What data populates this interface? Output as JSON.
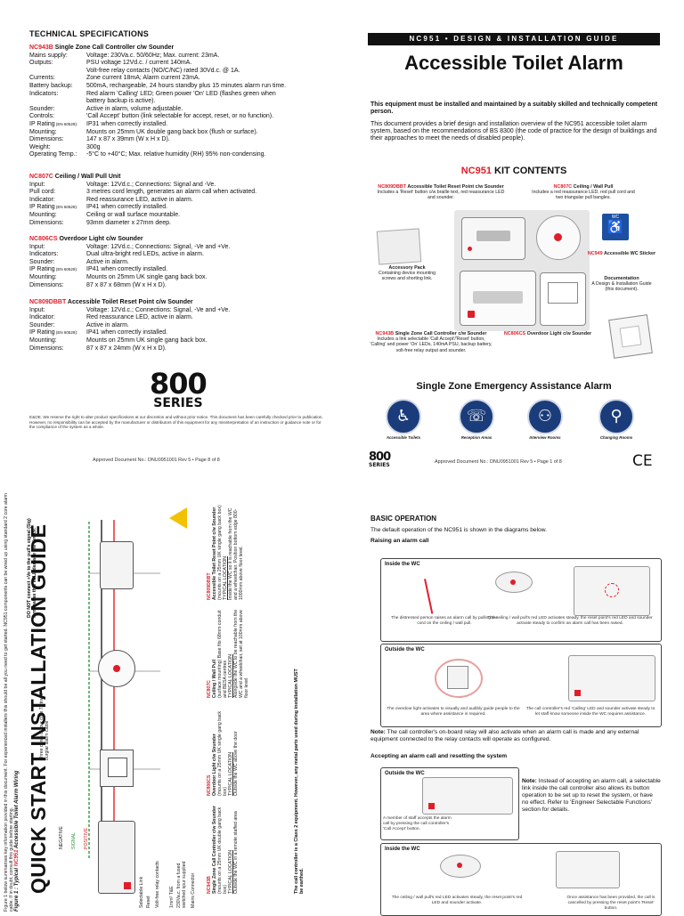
{
  "specs": {
    "heading": "TECHNICAL SPECIFICATIONS",
    "blocks": [
      {
        "code": "NC943B",
        "name": " Single Zone Call Controller c/w Sounder",
        "rows": [
          {
            "k": "Mains supply:",
            "v": "Voltage: 230Va.c. 50/60Hz; Max. current: 23mA."
          },
          {
            "k": "Outputs:",
            "v": "PSU voltage 12Vd.c. / current 140mA."
          },
          {
            "k": "",
            "v": "Volt-free relay contacts (NO/C/NC) rated 30Vd.c. @ 1A."
          },
          {
            "k": "Currents:",
            "v": "Zone current 18mA; Alarm current 23mA."
          },
          {
            "k": "Battery backup:",
            "v": "500mA, rechargeable, 24 hours standby plus 15 minutes alarm run time."
          },
          {
            "k": "Indicators:",
            "v": "Red alarm 'Calling' LED; Green power 'On' LED (flashes green when"
          },
          {
            "k": "",
            "v": "battery backup is active)."
          },
          {
            "k": "Sounder:",
            "v": "Active in alarm, volume adjustable."
          },
          {
            "k": "Controls:",
            "v": "'Call Accept' button (link selectable for accept, reset, or no function)."
          },
          {
            "k": "IP Rating",
            "ks": " (EN 60529):",
            "v": "IP31 when correctly installed."
          },
          {
            "k": "Mounting:",
            "v": "Mounts on 25mm UK double gang back box (flush or surface)."
          },
          {
            "k": "Dimensions:",
            "v": "147 x 87 x 39mm (W x H x D)."
          },
          {
            "k": "Weight:",
            "v": "300g"
          },
          {
            "k": "Operating Temp.:",
            "v": "-5°C to +40°C; Max. relative humidity (RH) 95% non-condensing."
          }
        ]
      },
      {
        "code": "NC807C",
        "name": " Ceiling / Wall Pull Unit",
        "rows": [
          {
            "k": "Input:",
            "v": "Voltage: 12Vd.c.; Connections: Signal and -Ve."
          },
          {
            "k": "Pull cord:",
            "v": "3 metres cord length, generates an alarm call when activated."
          },
          {
            "k": "Indicator:",
            "v": "Red reassurance LED, active in alarm."
          },
          {
            "k": "IP Rating",
            "ks": " (EN 60529):",
            "v": "IP41 when correctly installed."
          },
          {
            "k": "Mounting:",
            "v": "Ceiling or wall surface mountable."
          },
          {
            "k": "Dimensions:",
            "v": "93mm diameter x 27mm deep."
          }
        ]
      },
      {
        "code": "NC806CS",
        "name": " Overdoor Light c/w Sounder",
        "rows": [
          {
            "k": "Input:",
            "v": "Voltage: 12Vd.c.; Connections: Signal, -Ve and +Ve."
          },
          {
            "k": "Indicators:",
            "v": "Dual ultra-bright red LEDs, active in alarm."
          },
          {
            "k": "Sounder:",
            "v": "Active in alarm."
          },
          {
            "k": "IP Rating",
            "ks": " (EN 60529):",
            "v": "IP41 when correctly installed."
          },
          {
            "k": "Mounting:",
            "v": "Mounts on 25mm UK single gang back box."
          },
          {
            "k": "Dimensions:",
            "v": "87 x 87 x 68mm (W x H x D)."
          }
        ]
      },
      {
        "code": "NC809DBBT",
        "name": " Accessible Toilet Reset Point c/w Sounder",
        "rows": [
          {
            "k": "Input:",
            "v": "Voltage: 12Vd.c.; Connections: Signal, -Ve and +Ve."
          },
          {
            "k": "Indicator:",
            "v": "Red reassurance LED, active in alarm."
          },
          {
            "k": "Sounder:",
            "v": "Active in alarm."
          },
          {
            "k": "IP Rating",
            "ks": " (EN 60529):",
            "v": "IP41 when correctly installed."
          },
          {
            "k": "Mounting:",
            "v": "Mounts on 25mm UK single gang back box."
          },
          {
            "k": "Dimensions:",
            "v": "87 x 87 x 24mm (W x H x D)."
          }
        ]
      }
    ],
    "logo_number": "800",
    "logo_series": "SERIES",
    "disclaimer": "E&OE. We reserve the right to alter product specifications at our discretion and without prior notice. This document has been carefully checked prior to publication. However, no responsibility can be accepted by the manufacturer or distributors of this equipment for any misinterpretation of an instruction or guidance note or for the compliance of the system as a whole.",
    "approved": "Approved Document No.: DNU0951001 Rev 5 • Page 8 of 8"
  },
  "cover": {
    "guide_bar": "NC951 • DESIGN & INSTALLATION GUIDE",
    "title": "Accessible Toilet Alarm",
    "warning": "This equipment must be installed and maintained by a suitably skilled and technically competent person.",
    "intro": "This document provides a brief design and installation overview of the NC951 accessible toilet alarm system, based on the recommendations of BS 8300 (the code of practice for the design of buildings and their approaches to meet the needs of disabled people).",
    "kit_code": "NC951",
    "kit_title": " KIT CONTENTS",
    "kit_items": {
      "reset_code": "NC809DBBT",
      "reset_name": " Accessible Toilet Reset Point c/w Sounder",
      "reset_desc": "Includes a 'Reset' button c/w braille text, red reassurance LED and sounder.",
      "pull_code": "NC807C",
      "pull_name": " Ceiling / Wall Pull",
      "pull_desc": "Includes a red reassurance LED, red pull cord and two triangular pull bangles.",
      "accessory_title": "Accessory Pack",
      "accessory_desc": "Containing device mounting screws and shorting link.",
      "sticker_code": "NC949",
      "sticker_name": " Accessible WC Sticker",
      "doc_title": "Documentation",
      "doc_desc": "A Design & Installation Guide (this document).",
      "controller_code": "NC943B",
      "controller_name": " Single Zone Call Controller c/w Sounder",
      "controller_desc": "Includes a link selectable 'Call Accept'/'Reset' button, 'Calling' and power 'On' LEDs, 140mA PSU, backup battery, volt-free relay output and sounder.",
      "overdoor_code": "NC806CS",
      "overdoor_name": " Overdoor Light c/w Sounder",
      "wc_text": "WC"
    },
    "emergency_title": "Single Zone Emergency Assistance Alarm",
    "icons": [
      {
        "label": "Accessible Toilets",
        "icon": "wheelchair-toilet-icon"
      },
      {
        "label": "Reception Areas",
        "icon": "reception-desk-icon"
      },
      {
        "label": "Interview Rooms",
        "icon": "interview-room-icon"
      },
      {
        "label": "Changing Rooms",
        "icon": "changing-room-icon"
      }
    ],
    "logo_number": "800",
    "logo_series": "SERIES",
    "approved": "Approved Document No.: DNU0951001 Rev 5 • Page 1 of 8",
    "ce_mark": "CE"
  },
  "quickstart": {
    "title": "QUICK START INSTALLATION GUIDE",
    "intro": "Figure 1 below summarises key information provided in this document. For experienced installers this should be all you need to get started. NC951 components can be wired up using standard 2 core alarm cable. If in doubt, consult this guide before starting.",
    "figure_caption_prefix": "Figure 1 : Typical ",
    "figure_caption_code": "NC951",
    "figure_caption_suffix": " Accessible Toilet Alarm Wiring",
    "cable_note": "Three cores of four core 7/strand burglar alarm cable",
    "selectable_link": "Selectable Link",
    "reset_label": "Reset",
    "relay_note": "Volt-free relay contacts",
    "fuse_note": "1mm² T&E",
    "mains_note": "230Va.c. from a fused switched spur supplied",
    "mains_connector": "Mains Connector",
    "negative": "NEGATIVE",
    "signal": "SIGNAL",
    "positive": "POSITIVE",
    "dont_connect": "DO NOT connect +Ve to the pull's signal (Sig) terminal as this WILL damage the device.",
    "class2_note": "The call controller is a Class 2 equipment. However, any metal parts used during installation MUST be earthed.",
    "dev_controller_code": "NC943B",
    "dev_controller_name": "Single Zone Call Controller c/w Sounder",
    "dev_controller_mount": "(mounts on a 25mm UK double gang back box)",
    "dev_controller_loc_title": "TYPICAL LOCATION",
    "dev_controller_loc": "Outside the WC in a remote staffed area",
    "dev_overdoor_code": "NC806CS",
    "dev_overdoor_name": "Overdoor Light c/w Sounder",
    "dev_overdoor_mount": "(mounts on a 25mm UK single gang back box)",
    "dev_overdoor_loc_title": "TYPICAL LOCATION",
    "dev_overdoor_loc": "Outside the WC above the door",
    "dev_pull_code": "NC807C",
    "dev_pull_name": "Ceiling / Wall Pull",
    "dev_pull_mount": "(surface mounting) Base fits 68mm conduit and BESA centres",
    "dev_pull_loc_title": "TYPICAL LOCATION",
    "dev_pull_loc": "Alongside the WC to be reachable from the WC and a wheelchair, set at 100mm above floor level",
    "dev_reset_code": "NC809DBBT",
    "dev_reset_name": "Accessible Toilet Reset Point c/w Sounder",
    "dev_reset_mount": "(mounts on a 25mm UK single gang back box)",
    "dev_reset_loc_title": "TYPICAL LOCATION",
    "dev_reset_loc": "Inside the WC so it is reachable from the WC and a wheelchair. Position bottom edge 800-1000mm above floor level."
  },
  "operation": {
    "heading": "BASIC OPERATION",
    "default_text": "The default operation of the NC951 is shown in the diagrams below.",
    "raising_title": "Raising an alarm call",
    "inside_wc": "Inside the WC",
    "outside_wc": "Outside the WC",
    "cap_pull": "The distressed person raises an alarm call by pulling the cord on the ceiling / wall pull.",
    "cap_pull_led": "The ceiling / wall pull's red LED activates steady, the reset point's red LED and sounder activate steady to confirm an alarm call has been raised.",
    "cap_overdoor": "The overdoor light activates to visually and audibly guide people to the area where assistance is required.",
    "cap_controller": "The call controller's red 'Calling' LED and sounder activate steady to let staff know someone inside the WC requires assistance.",
    "note_label": "Note:",
    "note_text": " The call controller's on-board relay will also activate when an alarm call is made and any external equipment connected to the relay contacts will operate as configured.",
    "accepting_title": "Accepting an alarm call and resetting the system",
    "cap_accept": "A member of staff accepts the alarm call by pressing the call controller's 'Call Accept' button.",
    "note2_label": "Note:",
    "note2_text": " Instead of accepting an alarm call, a selectable link inside the call controller also allows its button operation to be set up to reset the system, or have no effect. Refer to 'Engineer Selectable Functions' section for details.",
    "cap_reset_led": "The ceiling / wall pull's red LED activates steady, the reset point's red LED and sounder activate.",
    "cap_reset": "Once assistance has been provided, the call is cancelled by pressing the reset point's 'Reset' button."
  },
  "colors": {
    "accent_red": "#e01e2a",
    "icon_blue": "#1a3c7a",
    "sticker_blue": "#1d4fa0"
  }
}
